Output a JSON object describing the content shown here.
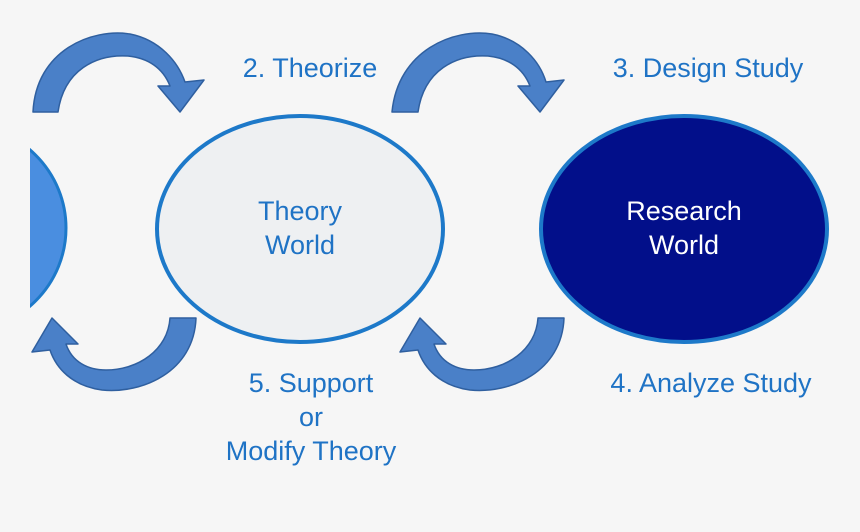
{
  "colors": {
    "background": "#f6f6f6",
    "arrow_fill": "#4a80c8",
    "arrow_stroke": "#2f5f9f",
    "label_text": "#1f73c5",
    "theory_fill": "#eef0f2",
    "theory_border": "#1d79c9",
    "research_fill": "#020f8a",
    "research_border": "#1d79c9",
    "partial_circle_fill": "#4a8ee0",
    "research_text": "#ffffff"
  },
  "steps": {
    "theorize": "2. Theorize",
    "design_study": "3. Design Study",
    "analyze_study": "4. Analyze Study",
    "support_line1": "5. Support",
    "support_line2": "or",
    "support_line3": "Modify Theory"
  },
  "worlds": {
    "theory_line1": "Theory",
    "theory_line2": "World",
    "research_line1": "Research",
    "research_line2": "World"
  },
  "icons": {
    "cycle_arrows": "curved-arrow-icon"
  }
}
